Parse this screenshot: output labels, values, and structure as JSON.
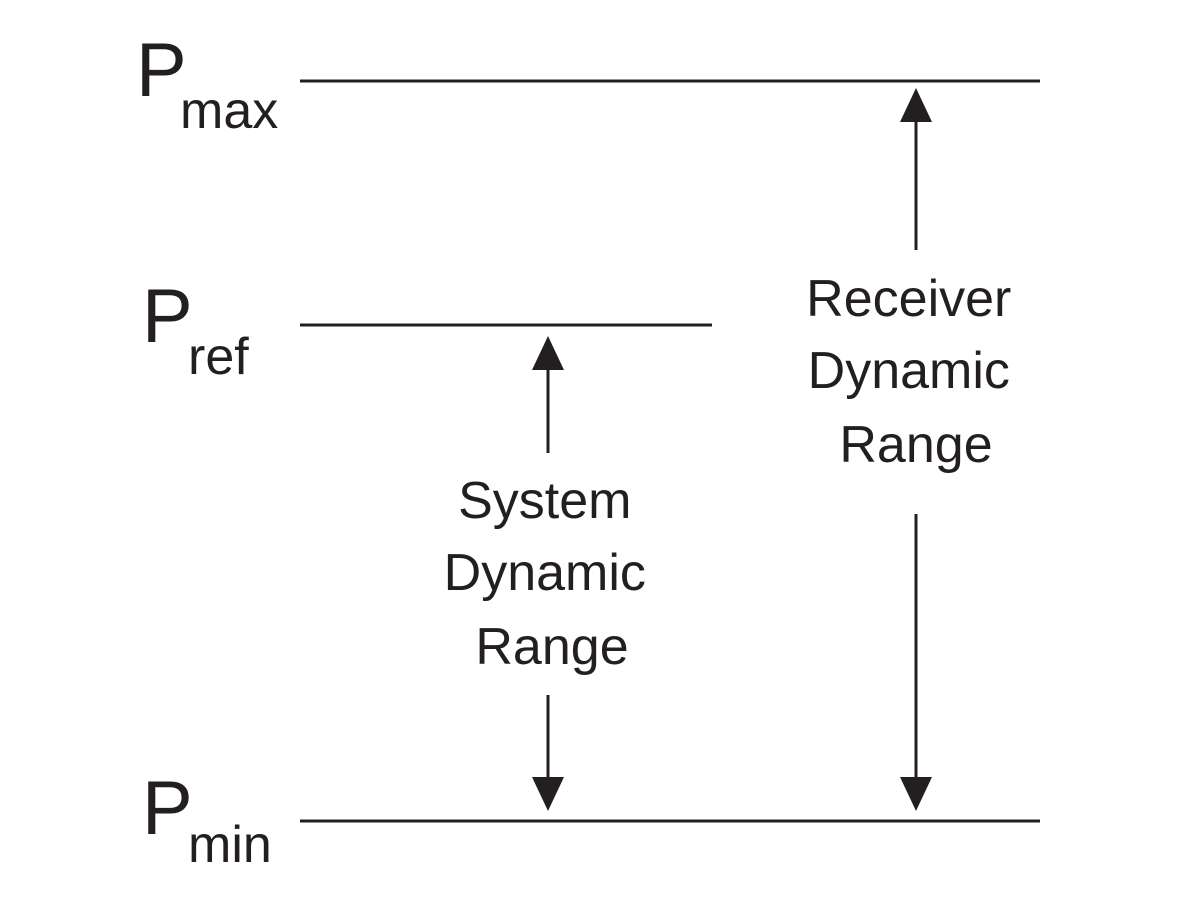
{
  "levels": {
    "pmax": {
      "main": "P",
      "sub": "max"
    },
    "pref": {
      "main": "P",
      "sub": "ref"
    },
    "pmin": {
      "main": "P",
      "sub": "min"
    }
  },
  "ranges": {
    "system": {
      "line1": "System",
      "line2": "Dynamic",
      "line3": "Range"
    },
    "receiver": {
      "line1": "Receiver",
      "line2": "Dynamic",
      "line3": "Range"
    }
  },
  "colors": {
    "ink": "#231f20",
    "background": "#ffffff"
  }
}
